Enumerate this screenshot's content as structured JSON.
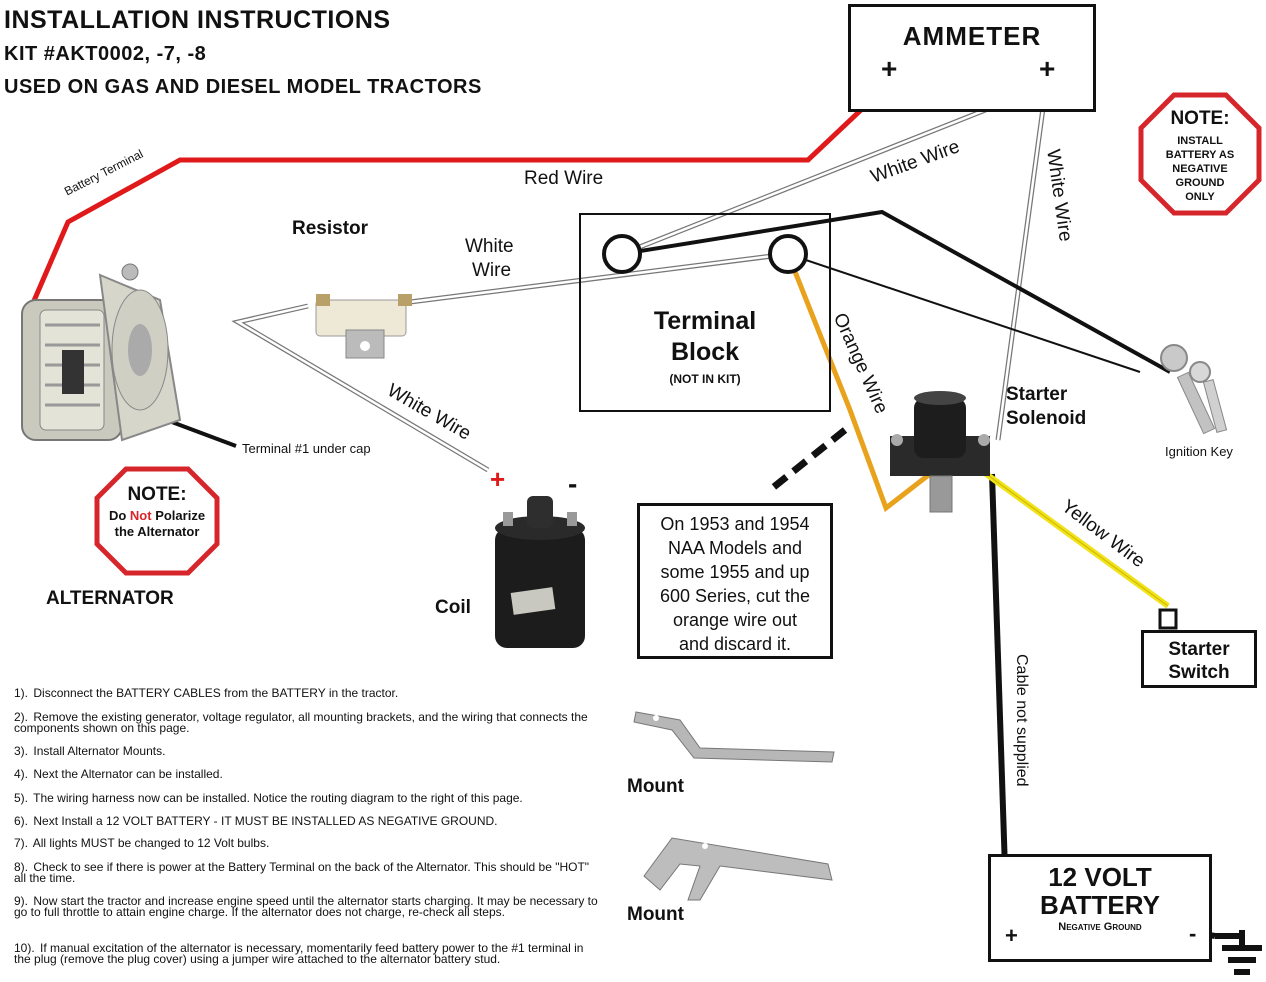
{
  "header": {
    "title": "INSTALLATION INSTRUCTIONS",
    "kit": "KIT #AKT0002, -7, -8",
    "usage": "USED ON GAS AND DIESEL MODEL TRACTORS"
  },
  "ammeter": {
    "label": "AMMETER",
    "plus_left": "+",
    "plus_right": "+"
  },
  "note_battery": {
    "title": "NOTE:",
    "line1": "INSTALL",
    "line2": "BATTERY AS",
    "line3": "NEGATIVE",
    "line4": "GROUND",
    "line5": "ONLY"
  },
  "note_alternator": {
    "title": "NOTE:",
    "pre": "Do ",
    "emph": "Not",
    "post": " Polarize",
    "line2": "the Alternator"
  },
  "labels": {
    "battery_terminal": "Battery Terminal",
    "red_wire": "Red Wire",
    "white_wire_ammeter": "White Wire",
    "white_wire_vertical": "White Wire",
    "resistor": "Resistor",
    "white_wire_resistor_1": "White",
    "white_wire_resistor_2": "Wire",
    "white_wire_coil": "White Wire",
    "terminal_cap": "Terminal #1 under cap",
    "alternator": "ALTERNATOR",
    "coil": "Coil",
    "coil_plus": "+",
    "coil_minus": "-",
    "orange_wire": "Orange Wire",
    "starter_solenoid_1": "Starter",
    "starter_solenoid_2": "Solenoid",
    "ignition_key": "Ignition Key",
    "yellow_wire": "Yellow Wire",
    "cable_not_supplied": "Cable not supplied",
    "mount_1": "Mount",
    "mount_2": "Mount"
  },
  "terminal_block": {
    "line1": "Terminal",
    "line2": "Block",
    "line3": "(NOT IN KIT)"
  },
  "orange_note": {
    "lines": [
      "On 1953 and 1954",
      "NAA Models and",
      "some 1955 and up",
      "600 Series, cut the",
      "orange wire out",
      "and discard it."
    ]
  },
  "starter_switch": {
    "line1": "Starter",
    "line2": "Switch"
  },
  "battery": {
    "line1": "12 VOLT",
    "line2": "BATTERY",
    "line3": "Negative Ground",
    "plus": "+",
    "minus": "-"
  },
  "steps": [
    {
      "num": "1).",
      "text": "Disconnect the BATTERY CABLES from the BATTERY in the tractor."
    },
    {
      "num": "2).",
      "text": "Remove the existing generator, voltage regulator, all mounting brackets, and the wiring that connects the components shown on this page."
    },
    {
      "num": "3).",
      "text": "Install Alternator Mounts."
    },
    {
      "num": "4).",
      "text": "Next the Alternator can be installed."
    },
    {
      "num": "5).",
      "text": "The wiring harness now can be installed. Notice the routing diagram to the right of this page."
    },
    {
      "num": "6).",
      "text": "Next Install a 12 VOLT BATTERY - IT MUST BE INSTALLED AS NEGATIVE GROUND."
    },
    {
      "num": "7).",
      "text": "All lights MUST be changed to 12 Volt bulbs."
    },
    {
      "num": "8).",
      "text": "Check to see if there is power at the Battery Terminal on the back of the Alternator. This should be \"HOT\" all the time."
    },
    {
      "num": "9).",
      "text": "Now start the tractor and increase engine speed until the alternator starts charging. It may be necessary to go to full throttle to attain engine charge. If the alternator does not charge, re-check all steps."
    },
    {
      "num": "10).",
      "text": "If manual excitation of the alternator is necessary, momentarily feed battery power to the #1 terminal in the plug (remove the plug cover) using a jumper wire attached to the alternator battery stud."
    }
  ],
  "colors": {
    "red_wire": "#e0191b",
    "orange_wire": "#e8a21c",
    "yellow_wire": "#f2e21a",
    "black_wire": "#111111",
    "white_wire_outline": "#777777",
    "note_border": "#d7262b"
  }
}
